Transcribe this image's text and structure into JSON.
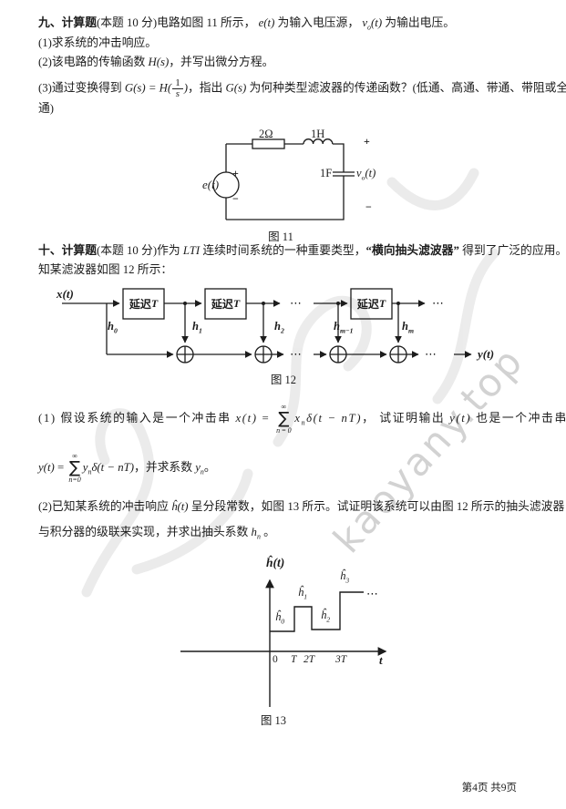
{
  "p9": {
    "title_bold": "九、计算题",
    "title_rest_a": "(本题 10 分)电路如图 11 所示， ",
    "et": "e(t)",
    "mid_a": " 为输入电压源， ",
    "vo_base": "v",
    "vo_sub": "o",
    "vo_paren": "(t)",
    "mid_b": " 为输出电压。",
    "item1": "(1)求系统的冲击响应。",
    "item2_a": "(2)该电路的传输函数 ",
    "hs": "H(s)",
    "item2_b": "，并写出微分方程。",
    "item3_a": "(3)通过变换得到 ",
    "gs_pre": "G(s) = H(",
    "frac_num": "1",
    "frac_den": "s",
    "gs_post": ")",
    "item3_b": "，指出 ",
    "gs2": "G(s)",
    "item3_c": " 为何种类型滤波器的传递函数？(低通、高通、带通、带阻或全",
    "item3_d": "通)"
  },
  "fig11": {
    "caption": "图 11",
    "resistor": "2Ω",
    "inductor": "1H",
    "capacitor": "1F",
    "source_base": "e",
    "source_paren": "(t)",
    "out_base": "v",
    "out_sub": "o",
    "out_paren": "(t)",
    "plus": "+",
    "minus": "−"
  },
  "p10": {
    "title_bold": "十、计算题",
    "title_rest_a": "(本题 10 分)作为 ",
    "lti": "LTI",
    "title_rest_b": " 连续时间系统的一种重要类型，",
    "title_bold2": "“横向抽头滤波器”",
    "title_rest_c": " 得到了广泛的应用。已",
    "title_line2": "知某滤波器如图 12 所示：",
    "item1_a": "(1) 假设系统的输入是一个冲击串 ",
    "f1_lhs": "x(t)",
    "f1_eq": " = ",
    "sum_top": "∞",
    "sum_sigma": "∑",
    "sum_bot": "n=0",
    "f1_var": "x",
    "f1_var_sub": "n",
    "f1_rest": "δ(t − nT)",
    "item1_b": "， 试证明输出 ",
    "yt": "y(t)",
    "item1_c": " 也是一个冲击串",
    "f2_lhs": "y(t)",
    "f2_eq": " = ",
    "f2_var": "y",
    "f2_var_sub": "n",
    "f2_rest": "δ(t − nT)",
    "item1_d": "，并求系数 ",
    "yn_base": "y",
    "yn_sub": "n",
    "item1_e": "。",
    "item2_a": "(2)已知某系统的冲击响应 ",
    "hhat_t": "ĥ(t)",
    "item2_b": " 呈分段常数，如图 13 所示。试证明该系统可以由图 12 所示的抽头滤波器",
    "item2_line2a": "与积分器的级联来实现，并求出抽头系数 ",
    "hn_base": "h",
    "hn_sub": "n",
    "item2_line2b": " 。"
  },
  "fig12": {
    "caption": "图 12",
    "xt": "x(t)",
    "delay_cn": "延迟",
    "delay_T": "T",
    "taps": [
      {
        "base": "h",
        "sub": "0"
      },
      {
        "base": "h",
        "sub": "1"
      },
      {
        "base": "h",
        "sub": "2"
      },
      {
        "base": "h",
        "sub": "m−1"
      },
      {
        "base": "h",
        "sub": "m"
      }
    ],
    "dots": "⋯",
    "yt": "y(t)"
  },
  "fig13": {
    "caption": "图 13",
    "axis_y": "ĥ(t)",
    "steps": [
      {
        "base": "ĥ",
        "sub": "0"
      },
      {
        "base": "ĥ",
        "sub": "1"
      },
      {
        "base": "ĥ",
        "sub": "2"
      },
      {
        "base": "ĥ",
        "sub": "3"
      }
    ],
    "dots": "⋯",
    "ticks": [
      "0",
      "T",
      "2T",
      "3T"
    ],
    "axis_x": "t"
  },
  "watermark": {
    "site": "kaoyany.top"
  },
  "footer": {
    "page": "第4页 共9页"
  }
}
